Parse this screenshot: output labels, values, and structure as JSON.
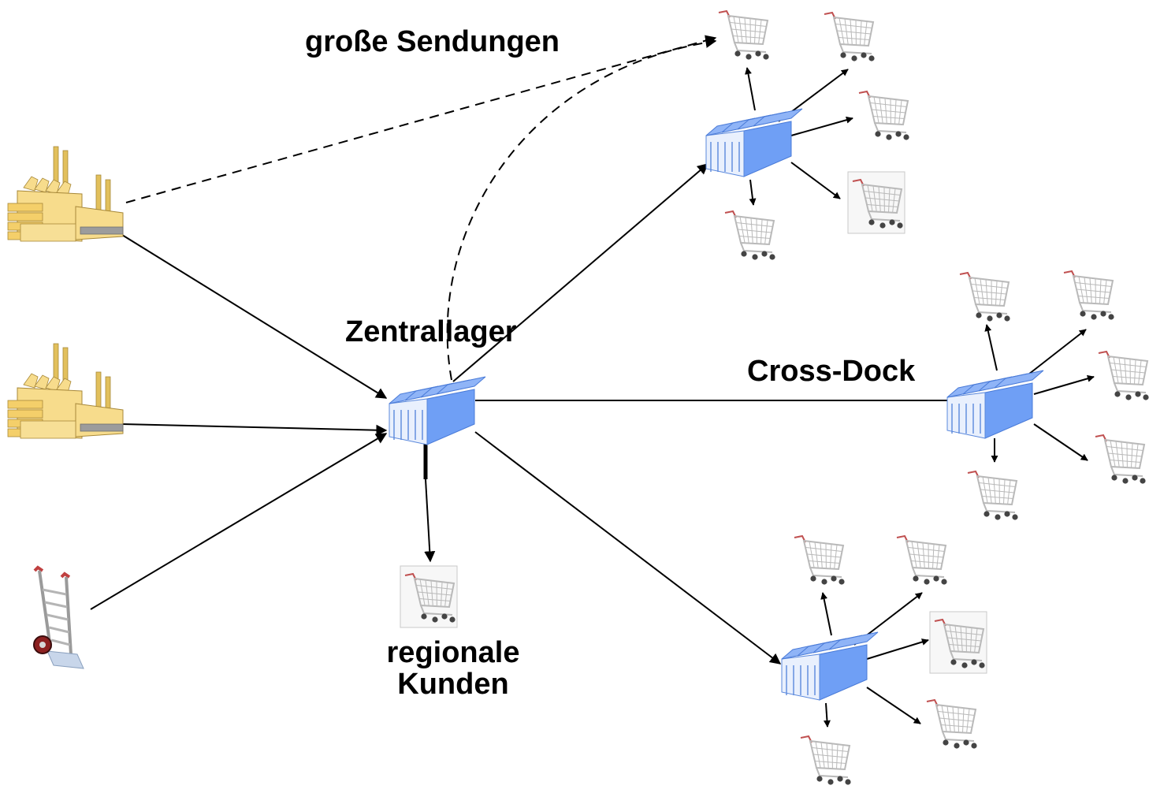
{
  "labels": {
    "large_shipments": "große Sendungen",
    "central_warehouse": "Zentrallager",
    "cross_dock": "Cross-Dock",
    "regional_line1": "regionale",
    "regional_line2": "Kunden"
  },
  "icons": {
    "factory": "factory-icon",
    "warehouse": "warehouse-icon",
    "cart": "shopping-cart-icon",
    "hand_truck": "hand-truck-icon"
  },
  "colors": {
    "warehouse_body": "#6f9ff5",
    "warehouse_roof": "#8fb4f7",
    "warehouse_front": "#e9f0fd",
    "factory_body": "#f7dc8c",
    "factory_stack": "#e2c05c",
    "cart_wire": "#b9b9b9",
    "line": "#000000"
  }
}
